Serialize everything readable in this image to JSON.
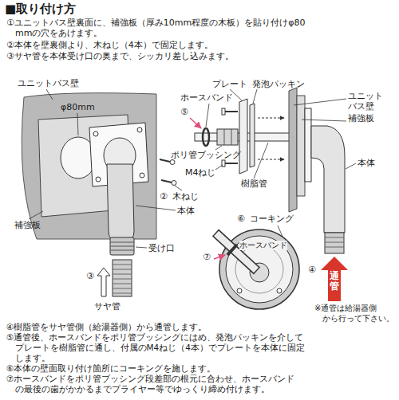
{
  "diagram": {
    "title": "■取り付け方",
    "nodes": [
      {
        "text": [
          "通管"
        ]
      }
    ],
    "labels": [
      "①ユニットバス壁裏面に、補強板（厚み10mm程度の木板）を貼り付けφ80 mmの穴をあけます。",
      "②本体を壁裏側より、木ねじ（4本）で固定します。",
      "③サヤ管を本体受け口の奥まで、シッカリ差し込みます。",
      "ユニットバス壁",
      "φ80mm",
      "プレート",
      "発泡パッキン",
      "ホースバンド",
      "⑤",
      "ユニット バス壁",
      "補強板",
      "ポリ管ブッシング",
      "本体",
      "M4ねじ",
      "樹脂管",
      "②",
      "木ねじ",
      "本体",
      "補強板",
      "⑥",
      "コーキング",
      "⑦",
      "ホースバンド",
      "③",
      "受け口",
      "④",
      "サヤ管",
      "※通管は給湯器側 から行って下さい。",
      "④樹脂管をサヤ管側（給湯器側）から通管します。",
      "⑤通管後、ホースバンドをポリ管ブッシングにはめ、発泡パッキンを介して プレートを樹脂管に通し、付属のM4ねじ（4本）でプレートを本体に固定 します。",
      "⑥本体の壁面取り付け箇所にコーキングを施します。",
      "⑦ホースバンドをポリ管ブッシング段差部の根元に合わせ、ホースバンド の最後の歯がかかるまでプライヤー等でゆっくり締め付けます。"
    ]
  }
}
